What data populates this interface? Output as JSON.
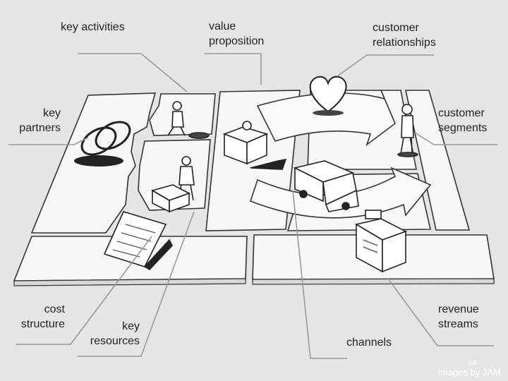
{
  "labels": {
    "key_activities": "key activities",
    "value_proposition": "value\nproposition",
    "customer_relationships": "customer\nrelationships",
    "key_partners": "key\npartners",
    "customer_segments": "customer\nsegments",
    "cost_structure": "cost\nstructure",
    "key_resources": "key\nresources",
    "channels": "channels",
    "revenue_streams": "revenue\nstreams"
  },
  "footer": {
    "page_number": "66",
    "credit": "images by JAM"
  }
}
